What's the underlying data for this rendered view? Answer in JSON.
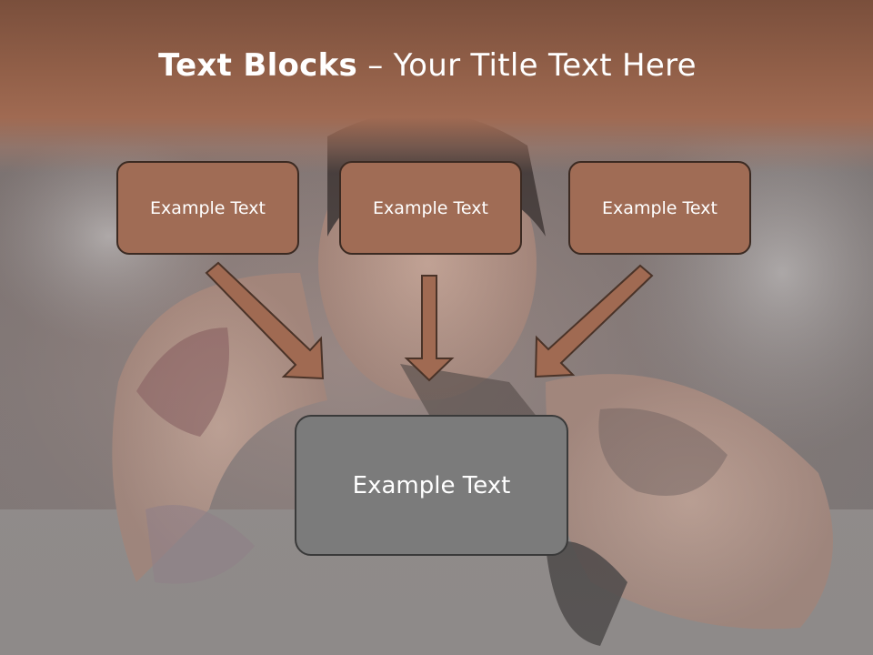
{
  "title": {
    "bold": "Text Blocks",
    "separator": " – ",
    "rest": "Your Title Text Here"
  },
  "boxes": [
    {
      "label": "Example Text"
    },
    {
      "label": "Example Text"
    },
    {
      "label": "Example Text"
    }
  ],
  "target_box": {
    "label": "Example Text"
  },
  "colors": {
    "header": "#a06a52",
    "box_fill": "#a06c55",
    "box_border": "#3b2a22",
    "target_fill": "#7b7b7b",
    "arrow_fill": "#a06a52"
  }
}
